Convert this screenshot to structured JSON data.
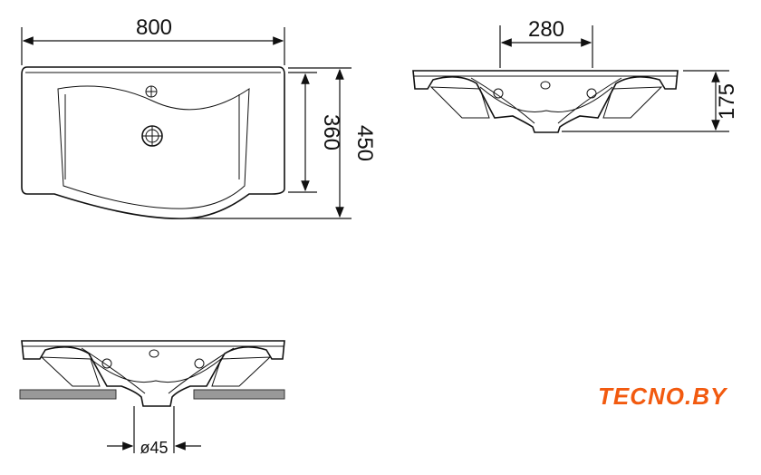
{
  "dimensions": {
    "width": "800",
    "depth_inner": "360",
    "depth_total": "450",
    "tap_spacing": "280",
    "height": "175",
    "drain_diameter": "ø45"
  },
  "logo": {
    "text": "TECNO.BY",
    "color": "#f25a0f"
  },
  "colors": {
    "line": "#111111",
    "counter": "#999999"
  }
}
